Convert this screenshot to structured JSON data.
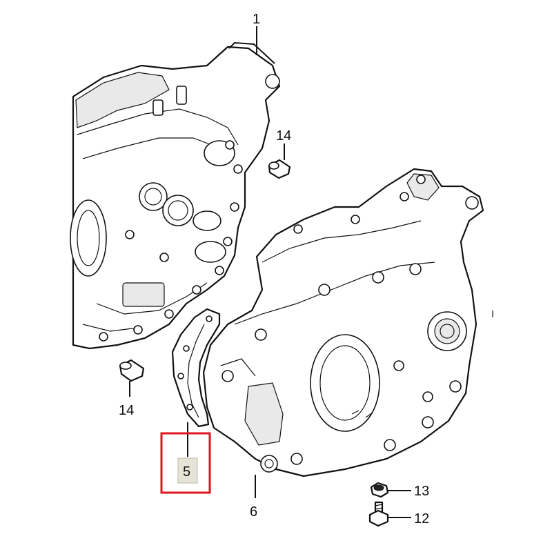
{
  "labels": {
    "part_1": "1",
    "part_14_top": "14",
    "part_14_left": "14",
    "part_5": "5",
    "part_6": "6",
    "part_13": "13",
    "part_12": "12"
  },
  "colors": {
    "highlight_border": "#e0141e",
    "label_box_fill": "#e6e4d6",
    "line": "#111111"
  }
}
